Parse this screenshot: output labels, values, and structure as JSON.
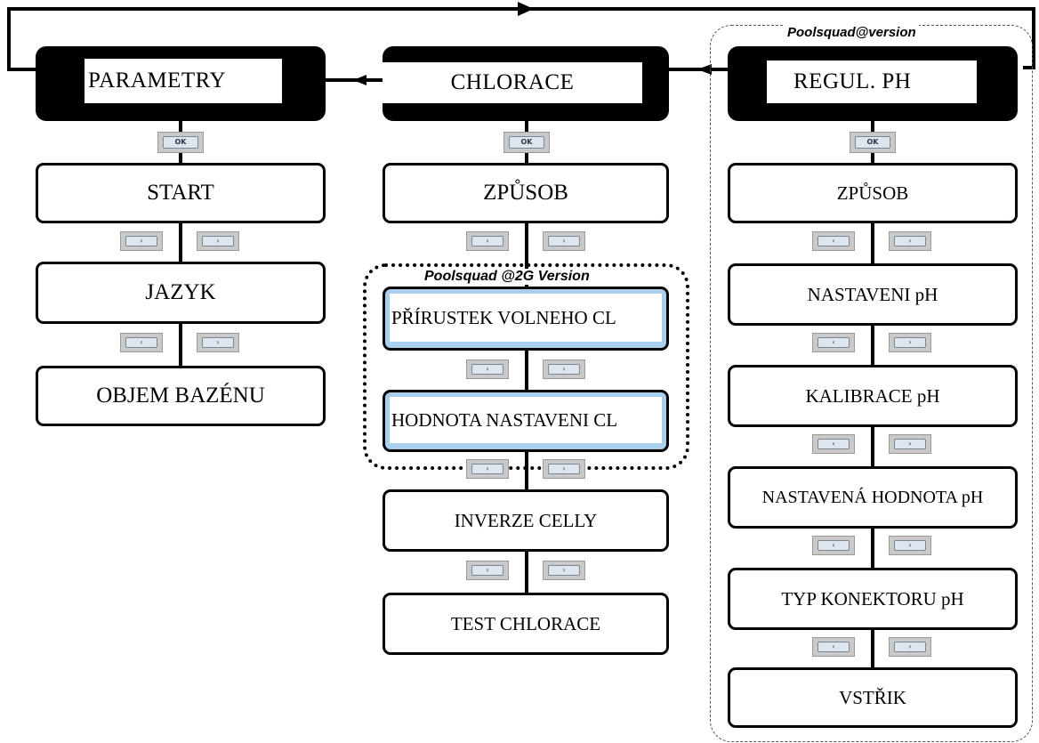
{
  "groups": {
    "chlorination_variant": "Poolsquad @2G Version",
    "ph_variant": "Poolsquad@version"
  },
  "columns": {
    "parametry": {
      "header": "PARAMETRY",
      "items": [
        "START",
        "JAZYK",
        "OBJEM BAZÉNU"
      ]
    },
    "chlorace": {
      "header": "CHLORACE",
      "items": [
        "ZPŮSOB",
        "PŘÍRUSTEK VOLNEHO CL",
        "HODNOTA NASTAVENI CL",
        "INVERZE CELLY",
        "TEST CHLORACE"
      ]
    },
    "regul_ph": {
      "header": "REGUL. PH",
      "items": [
        "ZPŮSOB",
        "NASTAVENI pH",
        "KALIBRACE pH",
        "NASTAVENÁ HODNOTA pH",
        "TYP KONEKTORU pH",
        "VSTŘIK"
      ]
    }
  },
  "buttons": {
    "ok": "OK",
    "left": "‹",
    "right": "›"
  },
  "icons": {
    "ok": "ok-button-icon",
    "left": "left-arrow-button-icon",
    "right": "right-arrow-button-icon"
  }
}
